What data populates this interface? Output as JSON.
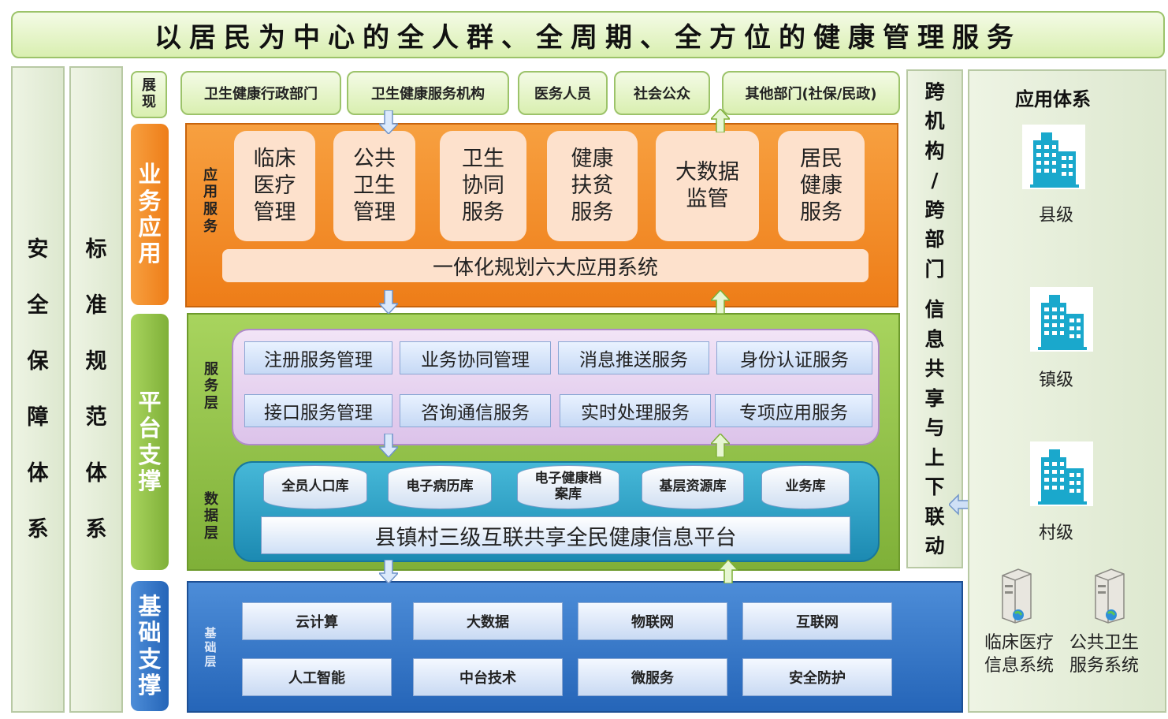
{
  "title": "以居民为中心的全人群、全周期、全方位的健康管理服务",
  "left_columns": {
    "security": [
      "安",
      "全",
      "保",
      "障",
      "体",
      "系"
    ],
    "standards": [
      "标",
      "准",
      "规",
      "范",
      "体",
      "系"
    ]
  },
  "layers": {
    "display": [
      "展",
      "现"
    ],
    "business": [
      "业",
      "务",
      "应",
      "用"
    ],
    "platform": [
      "平",
      "台",
      "支",
      "撑"
    ],
    "foundation": [
      "基",
      "础",
      "支",
      "撑"
    ]
  },
  "audiences": [
    "卫生健康行政部门",
    "卫生健康服务机构",
    "医务人员",
    "社会公众",
    "其他部门(社保/民政)"
  ],
  "business": {
    "label": [
      "应",
      "用",
      "服",
      "务"
    ],
    "apps": [
      [
        "临床",
        "医疗",
        "管理"
      ],
      [
        "公共",
        "卫生",
        "管理"
      ],
      [
        "卫生",
        "协同",
        "服务"
      ],
      [
        "健康",
        "扶贫",
        "服务"
      ],
      [
        "大数据",
        "监管"
      ],
      [
        "居民",
        "健康",
        "服务"
      ]
    ],
    "bar": "一体化规划六大应用系统"
  },
  "services": {
    "label": [
      "服",
      "务",
      "层"
    ],
    "row1": [
      "注册服务管理",
      "业务协同管理",
      "消息推送服务",
      "身份认证服务"
    ],
    "row2": [
      "接口服务管理",
      "咨询通信服务",
      "实时处理服务",
      "专项应用服务"
    ]
  },
  "data": {
    "label": [
      "数",
      "据",
      "层"
    ],
    "dbs": [
      "全员人口库",
      "电子病历库",
      "电子健康档案库",
      "基层资源库",
      "业务库"
    ],
    "bar": "县镇村三级互联共享全民健康信息平台"
  },
  "foundation": {
    "label": [
      "基",
      "础",
      "层"
    ],
    "row1": [
      "云计算",
      "大数据",
      "物联网",
      "互联网"
    ],
    "row2": [
      "人工智能",
      "中台技术",
      "微服务",
      "安全防护"
    ]
  },
  "cross_column": [
    "跨",
    "机",
    "构",
    "/",
    "跨",
    "部",
    "门",
    "",
    "信",
    "息",
    "共",
    "享",
    "与",
    "上",
    "下",
    "联",
    "动"
  ],
  "app_system": {
    "title": "应用体系",
    "levels": [
      "县级",
      "镇级",
      "村级"
    ],
    "systems": [
      [
        "临床医疗",
        "信息系统"
      ],
      [
        "公共卫生",
        "服务系统"
      ]
    ]
  },
  "colors": {
    "business_orange": "#ee7d18",
    "platform_green": "#7fb038",
    "foundation_blue": "#2565b8",
    "service_purple": "#dcc3ea",
    "data_teal": "#1c8ab2",
    "building_cyan": "#1aa8cc"
  }
}
